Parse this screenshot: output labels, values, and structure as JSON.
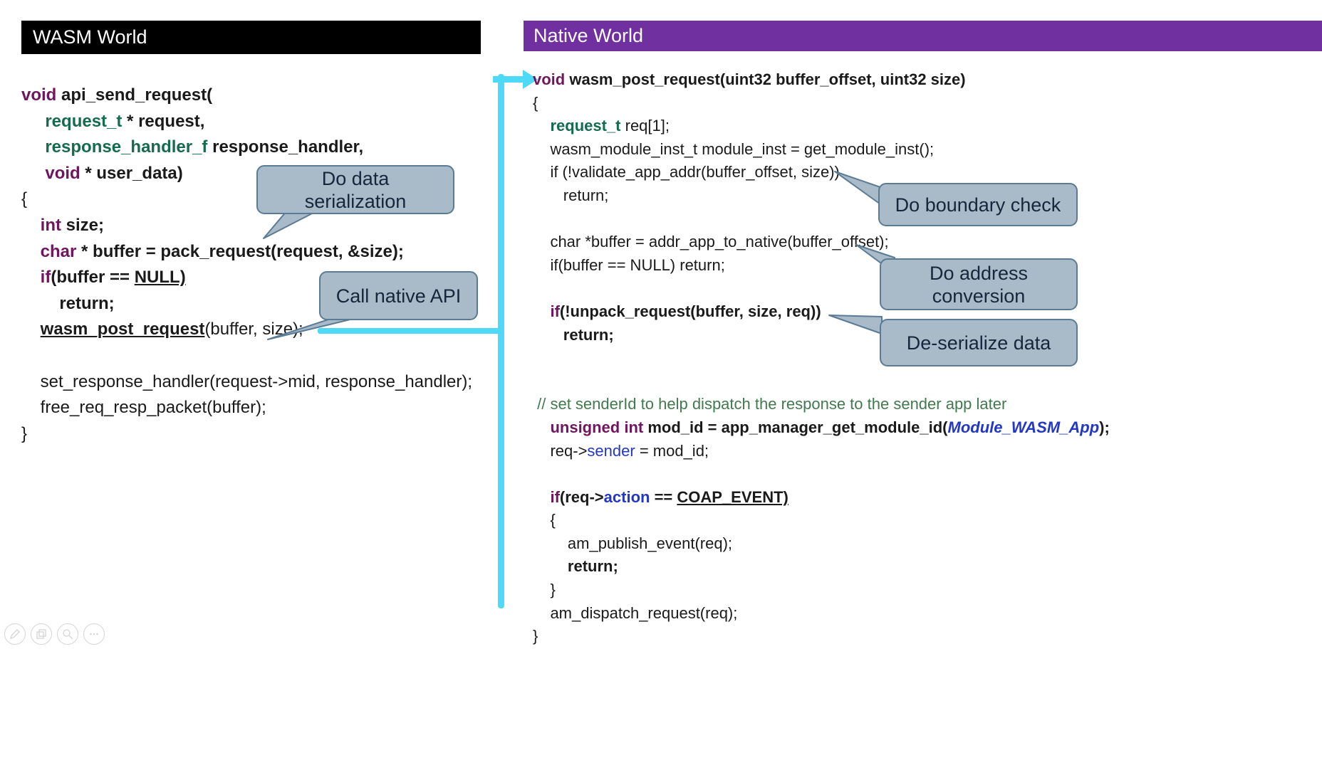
{
  "colors": {
    "wasm_header_bg": "#000000",
    "native_header_bg": "#7030A0",
    "connector": "#4ED9F7",
    "callout_fill": "#A9BAC9",
    "callout_border": "#5B7B95",
    "callout_text": "#14273B",
    "code_text": "#1a1a1a",
    "kw": "#70165E",
    "type": "#156B4F",
    "blue": "#2337C6",
    "comment": "#42794F"
  },
  "left_panel": {
    "header": "WASM World",
    "code": [
      [
        {
          "t": "void",
          "c": "kw"
        },
        {
          "t": " api_send_request(",
          "c": "b"
        }
      ],
      [
        {
          "t": "     ",
          "c": "n"
        },
        {
          "t": "request_t",
          "c": "type"
        },
        {
          "t": " * request,",
          "c": "b"
        }
      ],
      [
        {
          "t": "     ",
          "c": "n"
        },
        {
          "t": "response_handler_f",
          "c": "type"
        },
        {
          "t": " response_handler,",
          "c": "b"
        }
      ],
      [
        {
          "t": "     ",
          "c": "n"
        },
        {
          "t": "void",
          "c": "kw"
        },
        {
          "t": " * user_data)",
          "c": "b"
        }
      ],
      [
        {
          "t": "{",
          "c": "n"
        }
      ],
      [
        {
          "t": "    ",
          "c": "n"
        },
        {
          "t": "int",
          "c": "kw"
        },
        {
          "t": " size;",
          "c": "b"
        }
      ],
      [
        {
          "t": "    ",
          "c": "n"
        },
        {
          "t": "char",
          "c": "kw"
        },
        {
          "t": " * buffer = pack_request(request, &size);",
          "c": "b"
        }
      ],
      [
        {
          "t": "    ",
          "c": "n"
        },
        {
          "t": "if",
          "c": "kw"
        },
        {
          "t": "(buffer == ",
          "c": "b"
        },
        {
          "t": "NULL)",
          "c": "ub"
        }
      ],
      [
        {
          "t": "        ",
          "c": "n"
        },
        {
          "t": "return;",
          "c": "b"
        }
      ],
      [
        {
          "t": "    ",
          "c": "n"
        },
        {
          "t": "wasm_post_request",
          "c": "ub"
        },
        {
          "t": "(buffer, size);",
          "c": "n"
        }
      ],
      [],
      [
        {
          "t": "    set_response_handler(request->mid, response_handler);",
          "c": "n"
        }
      ],
      [
        {
          "t": "    free_req_resp_packet(buffer);",
          "c": "n"
        }
      ],
      [
        {
          "t": "}",
          "c": "n"
        }
      ]
    ]
  },
  "right_panel": {
    "header": "Native World",
    "code": [
      [
        {
          "t": "void",
          "c": "kw"
        },
        {
          "t": " wasm_post_request(uint32 buffer_offset, uint32 size)",
          "c": "b"
        }
      ],
      [
        {
          "t": "{",
          "c": "n"
        }
      ],
      [
        {
          "t": "    ",
          "c": "n"
        },
        {
          "t": "request_t",
          "c": "type"
        },
        {
          "t": " req[1];",
          "c": "n"
        }
      ],
      [
        {
          "t": "    wasm_module_inst_t module_inst = get_module_inst();",
          "c": "n"
        }
      ],
      [
        {
          "t": "    if (!validate_app_addr(buffer_offset, size))",
          "c": "n"
        }
      ],
      [
        {
          "t": "       return;",
          "c": "n"
        }
      ],
      [],
      [
        {
          "t": "    char *buffer = addr_app_to_native(buffer_offset);",
          "c": "n"
        }
      ],
      [
        {
          "t": "    if(buffer == NULL) return;",
          "c": "n"
        }
      ],
      [],
      [
        {
          "t": "    ",
          "c": "n"
        },
        {
          "t": "if",
          "c": "kw"
        },
        {
          "t": "(!unpack_request(buffer, size, req))",
          "c": "b"
        }
      ],
      [
        {
          "t": "       ",
          "c": "n"
        },
        {
          "t": "return;",
          "c": "b"
        }
      ],
      [],
      [],
      [
        {
          "t": " ",
          "c": "n"
        },
        {
          "t": "// set senderId to help dispatch the response to the sender app later",
          "c": "cm"
        }
      ],
      [
        {
          "t": "    ",
          "c": "n"
        },
        {
          "t": "unsigned int",
          "c": "kw"
        },
        {
          "t": " mod_id = app_manager_get_module_id(",
          "c": "b"
        },
        {
          "t": "Module_WASM_App",
          "c": "bbi"
        },
        {
          "t": ");",
          "c": "b"
        }
      ],
      [
        {
          "t": "    req->",
          "c": "n"
        },
        {
          "t": "sender",
          "c": "blue"
        },
        {
          "t": " = mod_id;",
          "c": "n"
        }
      ],
      [],
      [
        {
          "t": "    ",
          "c": "n"
        },
        {
          "t": "if",
          "c": "kw"
        },
        {
          "t": "(req->",
          "c": "b"
        },
        {
          "t": "action",
          "c": "bb"
        },
        {
          "t": " == ",
          "c": "b"
        },
        {
          "t": "COAP_EVENT)",
          "c": "ub"
        }
      ],
      [
        {
          "t": "    {",
          "c": "n"
        }
      ],
      [
        {
          "t": "        am_publish_event(req);",
          "c": "n"
        }
      ],
      [
        {
          "t": "        ",
          "c": "n"
        },
        {
          "t": "return;",
          "c": "b"
        }
      ],
      [
        {
          "t": "    }",
          "c": "n"
        }
      ],
      [
        {
          "t": "    am_dispatch_request(req);",
          "c": "n"
        }
      ],
      [
        {
          "t": "}",
          "c": "n"
        }
      ]
    ]
  },
  "callouts": {
    "serialization": {
      "lines": [
        "Do data",
        "serialization"
      ]
    },
    "call_native": {
      "lines": [
        "Call native API"
      ]
    },
    "boundary": {
      "lines": [
        "Do boundary check"
      ]
    },
    "address": {
      "lines": [
        "Do address",
        "conversion"
      ]
    },
    "deserialize": {
      "lines": [
        "De-serialize data"
      ]
    }
  },
  "toolbar": {
    "icons": [
      "pen-tool",
      "annotate-tool",
      "magnifier-tool",
      "more-tools"
    ]
  }
}
